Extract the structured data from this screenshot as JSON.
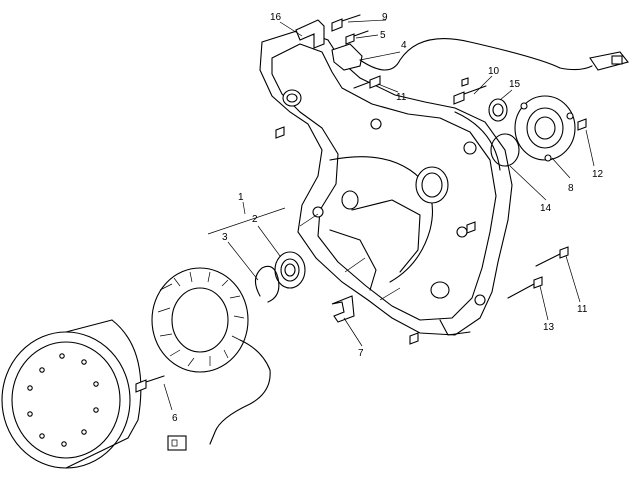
{
  "diagram": {
    "callouts": [
      {
        "id": "c1",
        "text": "1"
      },
      {
        "id": "c2",
        "text": "2"
      },
      {
        "id": "c3",
        "text": "3"
      },
      {
        "id": "c4",
        "text": "4"
      },
      {
        "id": "c5",
        "text": "5"
      },
      {
        "id": "c6",
        "text": "6"
      },
      {
        "id": "c7",
        "text": "7"
      },
      {
        "id": "c8",
        "text": "8"
      },
      {
        "id": "c9",
        "text": "9"
      },
      {
        "id": "c10",
        "text": "10"
      },
      {
        "id": "c11a",
        "text": "11"
      },
      {
        "id": "c11b",
        "text": "11"
      },
      {
        "id": "c12",
        "text": "12"
      },
      {
        "id": "c13",
        "text": "13"
      },
      {
        "id": "c14",
        "text": "14"
      },
      {
        "id": "c15",
        "text": "15"
      },
      {
        "id": "c16",
        "text": "16"
      }
    ]
  }
}
